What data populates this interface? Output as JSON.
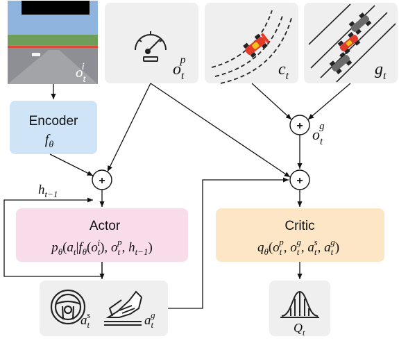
{
  "inputs": {
    "image_obs": "o_t^i",
    "proprio_obs": "o_t^p",
    "context": "c_t",
    "goal": "g_t"
  },
  "encoder": {
    "title": "Encoder",
    "symbol": "f_θ"
  },
  "actor": {
    "title": "Actor",
    "formula": "p_θ(a_t | f_θ(o_t^i), o_t^p, h_{t−1})"
  },
  "critic": {
    "title": "Critic",
    "formula": "q_θ(o_t^p, o_t^g, a_t^s, a_t^g)"
  },
  "hidden_state": "h_{t−1}",
  "goal_obs": "o_t^g",
  "actions": {
    "steer": "a_t^s",
    "gas": "a_t^g"
  },
  "q_value": "Q_t",
  "sum_symbol": "+",
  "colors": {
    "encoder": "#cfe5f7",
    "actor": "#f8dcea",
    "critic": "#fde6c6",
    "panel": "#efefef",
    "car_red": "#e23b2a",
    "car_yellow": "#f5c21b"
  }
}
